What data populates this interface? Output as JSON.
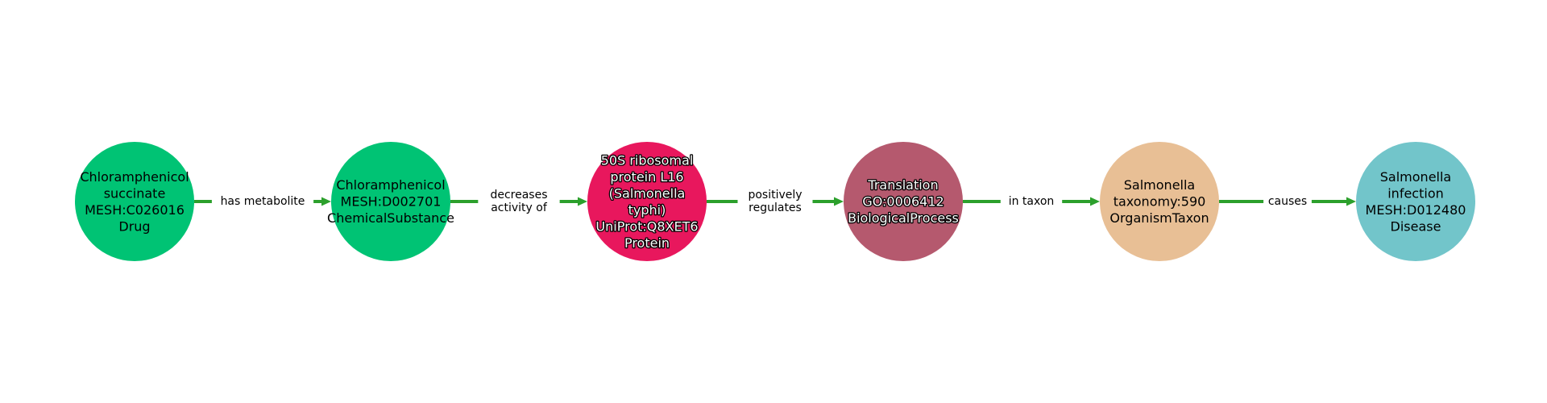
{
  "diagram": {
    "edge_color": "#2ca02c",
    "nodes": [
      {
        "id": "n1",
        "lines": [
          "Chloramphenicol",
          "succinate",
          "MESH:C026016",
          "Drug"
        ],
        "color": "#00c374",
        "text_style": "light"
      },
      {
        "id": "n2",
        "lines": [
          "Chloramphenicol",
          "MESH:D002701",
          "ChemicalSubstance"
        ],
        "color": "#00c374",
        "text_style": "light"
      },
      {
        "id": "n3",
        "lines": [
          "50S ribosomal",
          "protein L16",
          "(Salmonella",
          "typhi)",
          "UniProt:Q8XET6",
          "Protein"
        ],
        "color": "#e8175d",
        "text_style": "dark"
      },
      {
        "id": "n4",
        "lines": [
          "Translation",
          "GO:0006412",
          "BiologicalProcess"
        ],
        "color": "#b5596e",
        "text_style": "dark"
      },
      {
        "id": "n5",
        "lines": [
          "Salmonella",
          "taxonomy:590",
          "OrganismTaxon"
        ],
        "color": "#e8bf95",
        "text_style": "light"
      },
      {
        "id": "n6",
        "lines": [
          "Salmonella",
          "infection",
          "MESH:D012480",
          "Disease"
        ],
        "color": "#72c5ca",
        "text_style": "light"
      }
    ],
    "edges": [
      {
        "from": "n1",
        "to": "n2",
        "lines": [
          "has metabolite"
        ]
      },
      {
        "from": "n2",
        "to": "n3",
        "lines": [
          "decreases",
          "activity of"
        ]
      },
      {
        "from": "n3",
        "to": "n4",
        "lines": [
          "positively",
          "regulates"
        ]
      },
      {
        "from": "n4",
        "to": "n5",
        "lines": [
          "in taxon"
        ]
      },
      {
        "from": "n5",
        "to": "n6",
        "lines": [
          "causes"
        ]
      }
    ]
  }
}
